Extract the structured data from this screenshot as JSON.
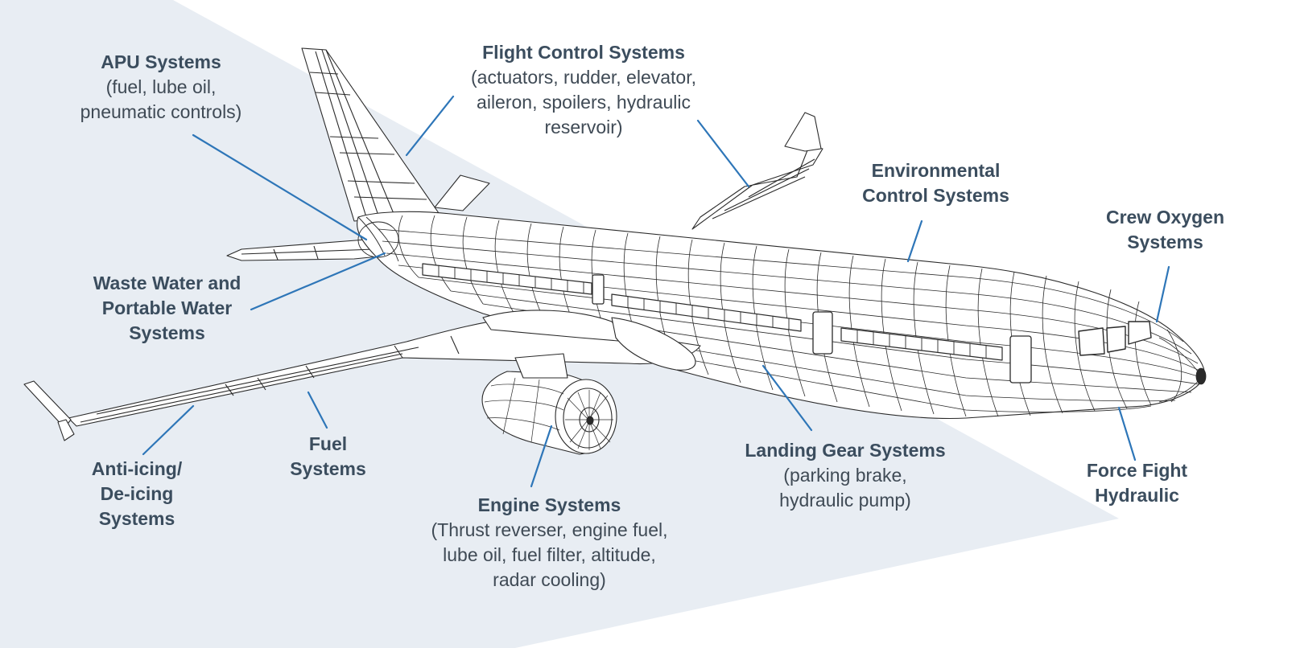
{
  "colors": {
    "background_panel": "#e8edf3",
    "leader_line": "#2e76b8",
    "label_text": "#3d4f5f",
    "wireframe": "#2a2a2a"
  },
  "callouts": [
    {
      "id": "apu",
      "title": "APU Systems",
      "description": "(fuel, lube oil,\npneumatic controls)"
    },
    {
      "id": "flight-control",
      "title": "Flight Control Systems",
      "description": "(actuators, rudder, elevator,\naileron, spoilers, hydraulic\nreservoir)"
    },
    {
      "id": "environmental",
      "title": "Environmental\nControl Systems",
      "description": ""
    },
    {
      "id": "crew-oxygen",
      "title": "Crew Oxygen\nSystems",
      "description": ""
    },
    {
      "id": "waste-water",
      "title": "Waste Water and\nPortable Water\nSystems",
      "description": ""
    },
    {
      "id": "anti-icing",
      "title": "Anti-icing/\nDe-icing\nSystems",
      "description": ""
    },
    {
      "id": "fuel",
      "title": "Fuel\nSystems",
      "description": ""
    },
    {
      "id": "engine",
      "title": "Engine Systems",
      "description": "(Thrust reverser, engine fuel,\nlube oil, fuel filter, altitude,\nradar cooling)"
    },
    {
      "id": "landing-gear",
      "title": "Landing Gear Systems",
      "description": "(parking brake,\nhydraulic pump)"
    },
    {
      "id": "force-fight",
      "title": "Force Fight\nHydraulic",
      "description": ""
    }
  ]
}
